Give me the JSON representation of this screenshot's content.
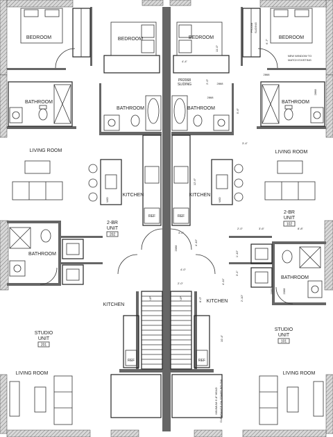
{
  "rooms": {
    "bedroom_1": "BEDROOM",
    "bedroom_2": "BEDROOM",
    "bedroom_3": "BEDROOM",
    "bedroom_4": "BEDROOM",
    "bathroom_1": "BATHROOM",
    "bathroom_2": "BATHROOM",
    "bathroom_3": "BATHROOM",
    "bathroom_4": "BATHROOM",
    "bathroom_5": "BATHROOM",
    "bathroom_6": "BATHROOM",
    "living_1": "LIVING ROOM",
    "living_2": "LIVING ROOM",
    "living_3": "LIVING ROOM",
    "living_4": "LIVING ROOM",
    "kitchen_1": "KITCHEN",
    "kitchen_2": "KITCHEN",
    "kitchen_3": "KITCHEN",
    "kitchen_4": "KITCHEN"
  },
  "units": {
    "unit_202_title": "2-BR",
    "unit_202_sub": "UNIT",
    "unit_202_num": "202",
    "unit_102_title": "2-BR",
    "unit_102_sub": "UNIT",
    "unit_102_num": "102",
    "unit_201_title": "STUDIO",
    "unit_201_sub": "UNIT",
    "unit_201_num": "201",
    "unit_101_title": "STUDIO",
    "unit_101_sub": "UNIT",
    "unit_101_num": "101"
  },
  "notes": {
    "pr2068_sliding": "PR2068",
    "sliding": "SLIDING",
    "pr2068_top": "PR2068",
    "sliding_top": "SLIDING",
    "new_window": "NEW WINDOW TO",
    "match_existing": "MATCH EXISTING",
    "clearance_1": "MINIMUM 6'-8\" HEAD",
    "clearance_2": "CLEARANCE ON STAIRS BELOW",
    "up_1": "UP",
    "up_2": "UP",
    "ref_1": "REF",
    "ref_2": "REF",
    "ref_3": "REF",
    "ref_4": "REF",
    "wd_1": "W/D",
    "wd_2": "W/D"
  },
  "dims": {
    "d_4_4": "4'-4\"",
    "d_2_0a": "2'-0\"",
    "d_2868a": "2868",
    "d_2868b": "2868",
    "d_2868c": "2868",
    "d_2868d": "2868",
    "d_5_6": "5'-6\"",
    "d_11_0": "11'-0\"",
    "d_6_7": "6'-7\"",
    "d_3_4": "3'-4\"",
    "d_12_6": "12'-6\"",
    "d_3_0": "3'-0\"",
    "d_2068a": "2068",
    "d_4_10": "4'-10\"",
    "d_4_0": "4'-0\"",
    "d_2_0b": "2'-0\"",
    "d_2_0c": "2'-0\"",
    "d_3_6": "3'-6\"",
    "d_8_8": "8'-8\"",
    "d_1_10": "1'-10\"",
    "d_3_1": "3'-1\"",
    "d_4_11": "4'-11\"",
    "d_2_10": "2'-10\"",
    "d_10_4": "10'-4\"",
    "d_2068b": "2068",
    "d_2068c": "2068",
    "d_8_0": "8'-0\""
  }
}
